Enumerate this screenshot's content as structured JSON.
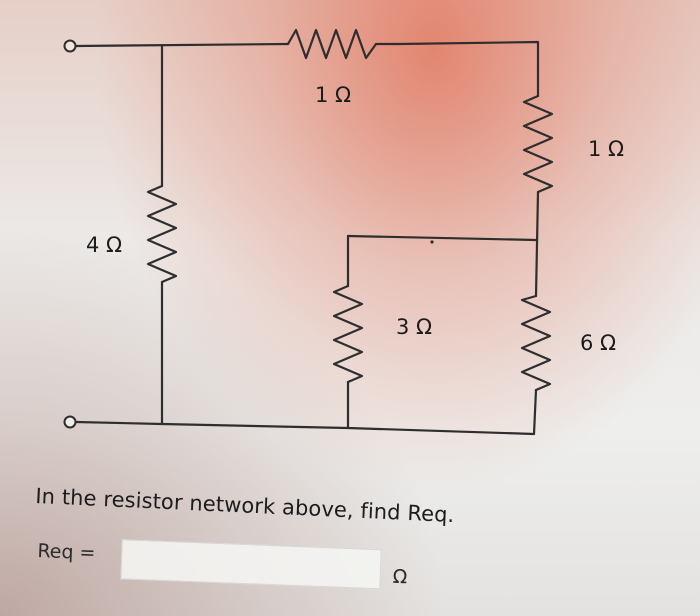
{
  "circuit": {
    "resistors": [
      {
        "label": "1 Ω",
        "position": "top"
      },
      {
        "label": "1 Ω",
        "position": "right-upper"
      },
      {
        "label": "4 Ω",
        "position": "left"
      },
      {
        "label": "3 Ω",
        "position": "middle"
      },
      {
        "label": "6 Ω",
        "position": "right-lower"
      }
    ]
  },
  "question": {
    "text": "In the resistor network above, find Req."
  },
  "answer": {
    "label": "Req =",
    "value": "",
    "unit": "Ω"
  },
  "colors": {
    "wire": "#2e2e2e",
    "text": "#1c1c1c",
    "glare": "#e27860"
  }
}
